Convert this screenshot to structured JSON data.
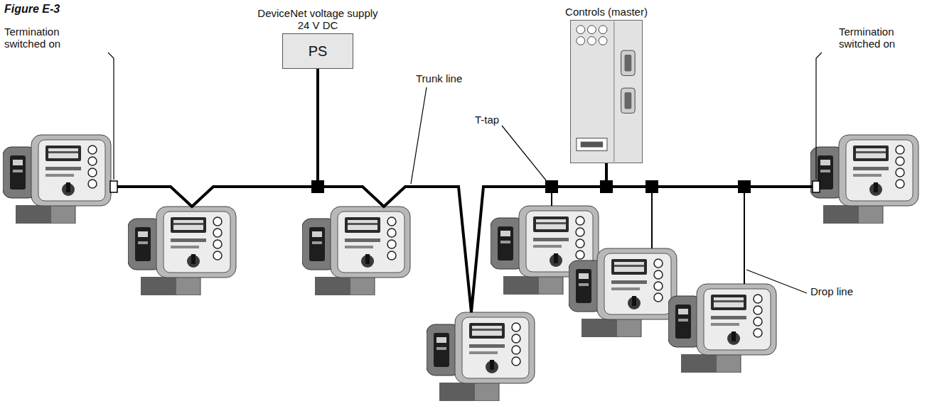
{
  "diagram": {
    "title": "Figure E-3",
    "nodes": [
      {
        "text": [
          "DeviceNet voltage supply 24 V DC",
          "PS"
        ]
      },
      {
        "text": [
          "Controls (master)"
        ]
      }
    ],
    "edges": [
      {
        "from": 0,
        "to": 1,
        "arrow": "none"
      }
    ],
    "labels": [
      "Termination switched on",
      "Termination switched on",
      "Trunk line",
      "T-tap",
      "Drop line"
    ]
  }
}
